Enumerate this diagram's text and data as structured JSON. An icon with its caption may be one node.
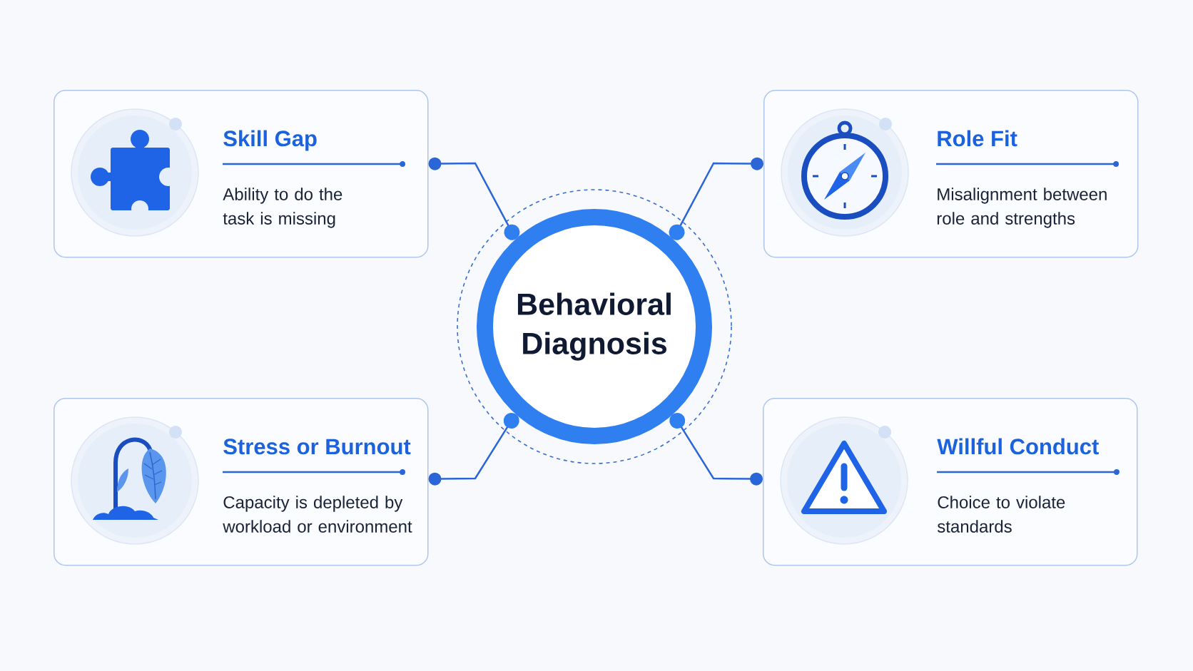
{
  "diagram": {
    "nodes": [
      {
        "text": [
          "Behavioral Diagnosis"
        ]
      },
      {
        "text": [
          "Skill Gap",
          "Ability to do the task is missing"
        ]
      },
      {
        "text": [
          "Role Fit",
          "Misalignment between role and strengths"
        ]
      },
      {
        "text": [
          "Stress or Burnout",
          "Capacity is depleted by workload or environment"
        ]
      },
      {
        "text": [
          "Willful Conduct",
          "Choice to violate standards"
        ]
      }
    ],
    "edges": [
      {
        "from": 0,
        "to": 1,
        "arrow": "other"
      },
      {
        "from": 0,
        "to": 2,
        "arrow": "other"
      },
      {
        "from": 0,
        "to": 3,
        "arrow": "other"
      },
      {
        "from": 0,
        "to": 4,
        "arrow": "other"
      }
    ]
  }
}
